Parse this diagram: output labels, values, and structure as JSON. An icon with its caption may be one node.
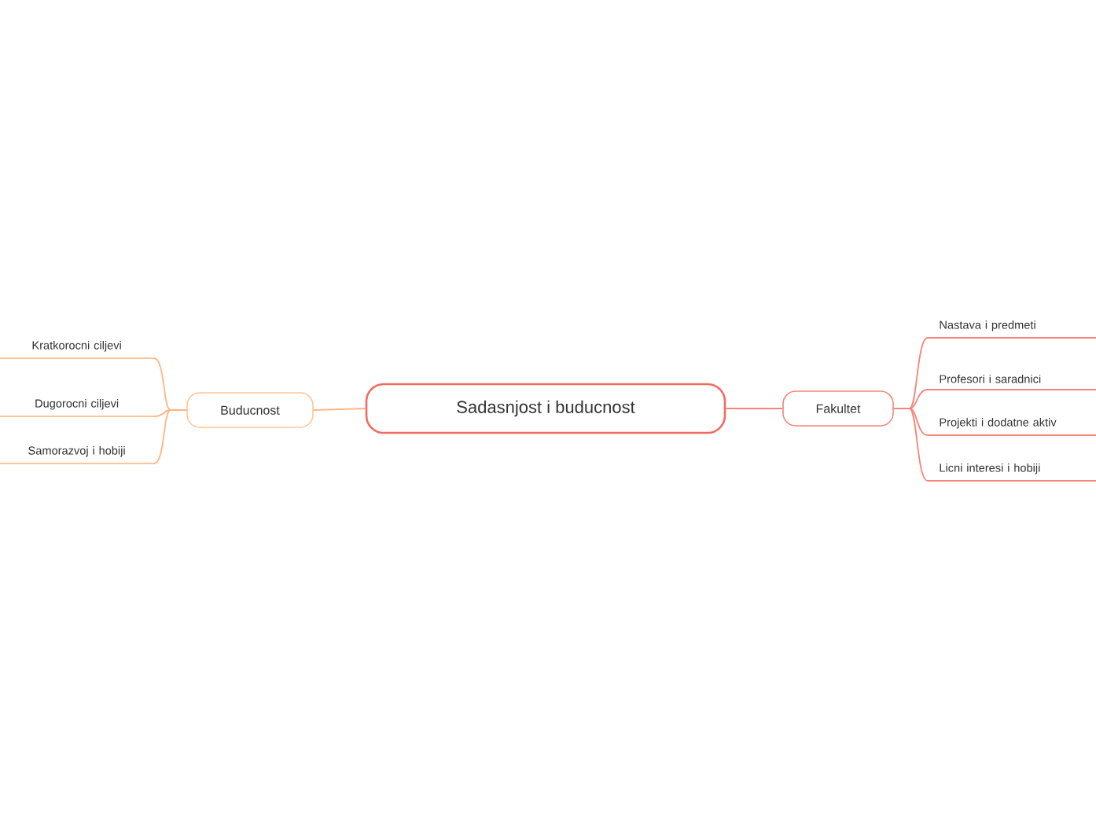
{
  "diagram": {
    "nodes": [
      {
        "text": [
          "Sadasnjost i buducnost"
        ]
      },
      {
        "text": [
          "Fakultet"
        ]
      },
      {
        "text": [
          "Buducnost"
        ]
      },
      {
        "text": [
          "Nastava i predmeti"
        ]
      },
      {
        "text": [
          "Profesori i saradnici"
        ]
      },
      {
        "text": [
          "Projekti i dodatne aktiv"
        ]
      },
      {
        "text": [
          "Licni interesi i hobiji"
        ]
      },
      {
        "text": [
          "Kratkorocni ciljevi"
        ]
      },
      {
        "text": [
          "Dugorocni ciljevi"
        ]
      },
      {
        "text": [
          "Samorazvoj i hobiji"
        ]
      }
    ],
    "edges": [
      {
        "from": 0,
        "to": 1,
        "arrow": "none"
      },
      {
        "from": 0,
        "to": 2,
        "arrow": "none",
        "color": "#ffb584"
      },
      {
        "from": 1,
        "to": 3,
        "arrow": "none"
      },
      {
        "from": 1,
        "to": 4,
        "arrow": "none"
      },
      {
        "from": 1,
        "to": 5,
        "arrow": "none"
      },
      {
        "from": 1,
        "to": 6,
        "arrow": "none"
      },
      {
        "from": 2,
        "to": 7,
        "arrow": "none",
        "color": "#ffb584"
      },
      {
        "from": 2,
        "to": 8,
        "arrow": "none",
        "color": "#ffb584"
      },
      {
        "from": 2,
        "to": 9,
        "arrow": "none",
        "color": "#ffb584"
      }
    ]
  }
}
